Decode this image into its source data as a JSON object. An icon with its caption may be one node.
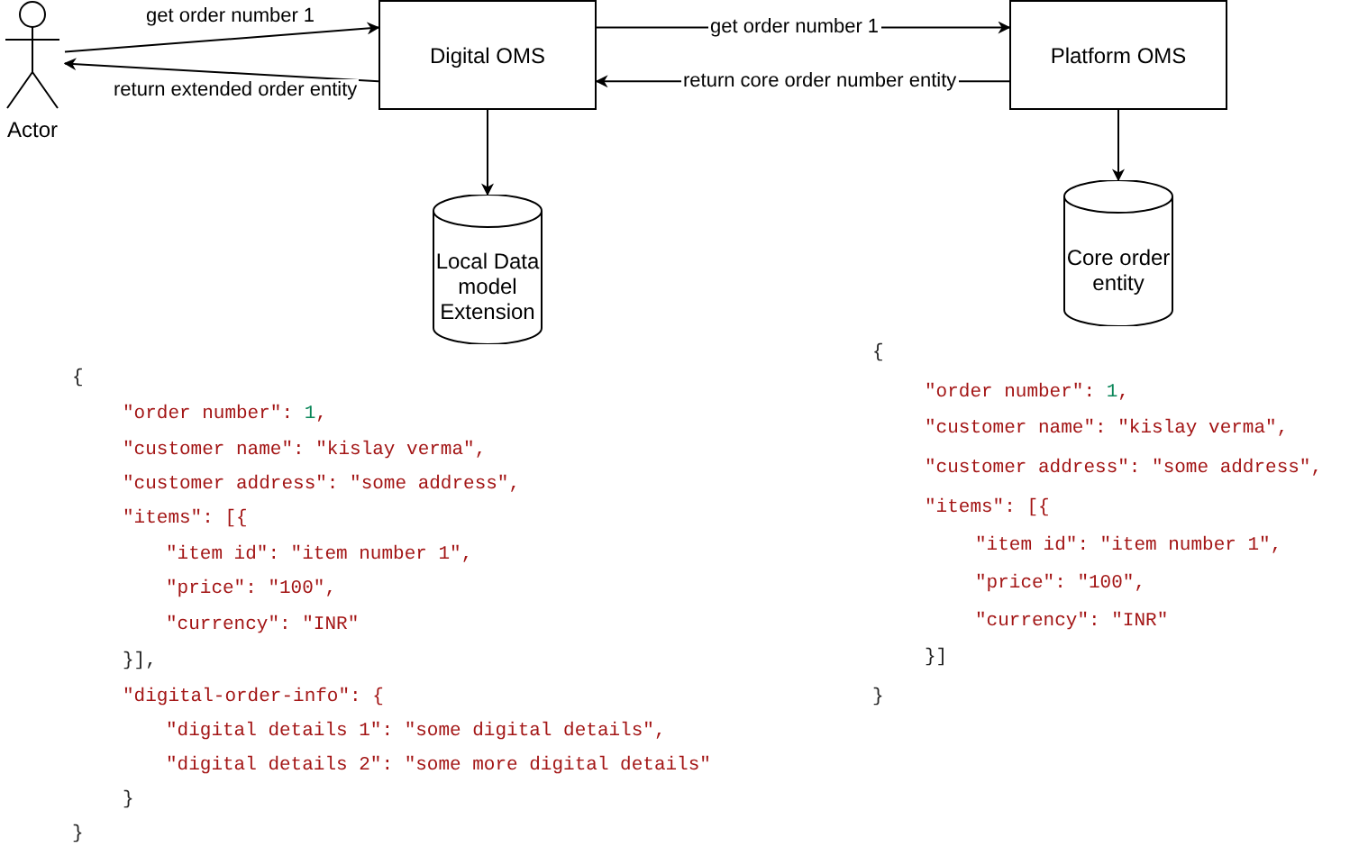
{
  "diagram": {
    "nodes": [
      {
        "text": [
          "Actor"
        ]
      },
      {
        "text": [
          "Digital OMS"
        ]
      },
      {
        "text": [
          "Platform OMS"
        ]
      },
      {
        "text": [
          "Local Data model Extension"
        ]
      },
      {
        "text": [
          "Core order entity"
        ]
      }
    ],
    "edges": [
      {
        "from": 0,
        "to": 1,
        "arrow": "to",
        "label": "get order number 1"
      },
      {
        "from": 1,
        "to": 0,
        "arrow": "to",
        "label": "return extended order entity"
      },
      {
        "from": 1,
        "to": 2,
        "arrow": "to",
        "label": "get order number 1"
      },
      {
        "from": 2,
        "to": 1,
        "arrow": "to",
        "label": "return core order number entity"
      },
      {
        "from": 1,
        "to": 3,
        "arrow": "to"
      },
      {
        "from": 2,
        "to": 4,
        "arrow": "to"
      }
    ],
    "labels": [
      "{",
      "\"order number\": 1,",
      "\"customer name\": \"kislay verma\",",
      "\"customer address\": \"some address\",",
      "\"items\": [{",
      "\"item id\": \"item number 1\",",
      "\"price\": \"100\",",
      "\"currency\": \"INR\"",
      "}],",
      "\"digital-order-info\": {",
      "\"digital details 1\": \"some digital details\",",
      "\"digital details 2\": \"some more digital details\"",
      "}",
      "}",
      "{",
      "\"order number\": 1,",
      "\"customer name\": \"kislay verma\",",
      "\"customer address\": \"some address\",",
      "\"items\": [{",
      "\"item id\": \"item number 1\",",
      "\"price\": \"100\",",
      "\"currency\": \"INR\"",
      "}]",
      "}"
    ]
  }
}
